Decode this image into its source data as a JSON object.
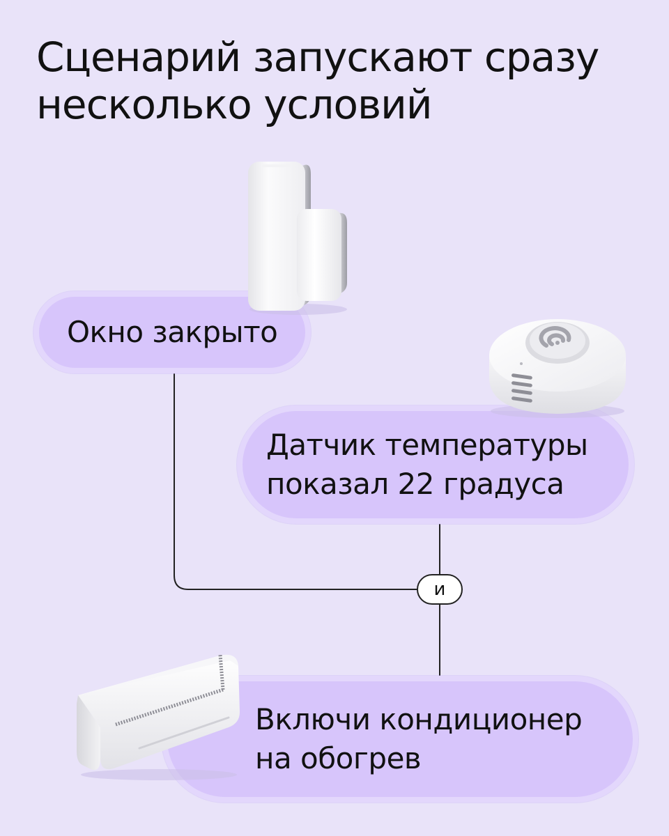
{
  "header": {
    "title_line1": "Сценарий запускают сразу",
    "title_line2": "несколько условий"
  },
  "conditions": [
    {
      "text_line1": "Окно закрыто",
      "device_icon": "door-window-sensor-icon"
    },
    {
      "text_line1": "Датчик температуры",
      "text_line2": "показал 22 градуса",
      "device_icon": "temperature-sensor-icon"
    }
  ],
  "operator": {
    "label": "и"
  },
  "action": {
    "text_line1": "Включи кондиционер",
    "text_line2": "на обогрев",
    "device_icon": "air-conditioner-icon"
  },
  "colors": {
    "background": "#e9e3f9",
    "pill_fill": "#d7c5fb",
    "pill_border": "#e3d7fc",
    "line": "#222222",
    "text": "#111111"
  }
}
